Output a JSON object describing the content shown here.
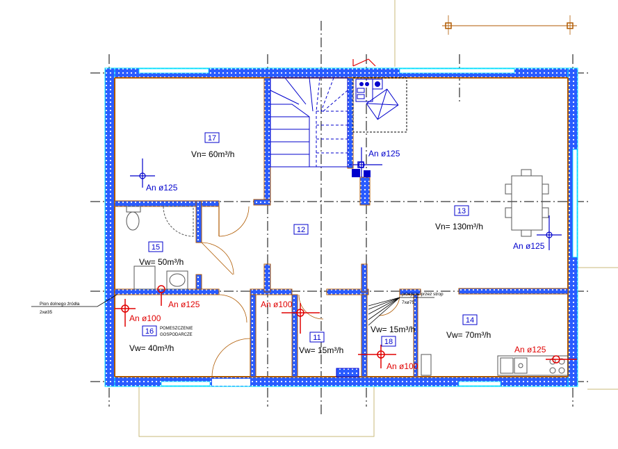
{
  "colors": {
    "wall_fill": "#2a5cff",
    "wall_edge": "#00e5ff",
    "wall_core": "#b05a00",
    "text_blue": "#0000cc",
    "text_red": "#e00000",
    "text_black": "#000000",
    "axis": "#000000",
    "site": "#c8b97a",
    "furniture": "#555555"
  },
  "rooms": [
    {
      "number": "17",
      "flow": "Vn= 60m³/h"
    },
    {
      "number": "13",
      "flow": "Vn= 130m³/h"
    },
    {
      "number": "12",
      "flow": ""
    },
    {
      "number": "15",
      "flow": "Vw= 50m³/h"
    },
    {
      "number": "16",
      "flow": "Vw= 40m³/h",
      "name": [
        "POMESZCZENIE",
        "GOSPODARCZE"
      ]
    },
    {
      "number": "11",
      "flow": "Vw= 15m³/h"
    },
    {
      "number": "18",
      "flow": "Vw= 15m³/h"
    },
    {
      "number": "14",
      "flow": "Vw= 70m³/h"
    }
  ],
  "vents": [
    {
      "label": "An ø125",
      "kind": "supply"
    },
    {
      "label": "An ø125",
      "kind": "supply"
    },
    {
      "label": "An ø125",
      "kind": "supply"
    },
    {
      "label": "An ø125",
      "kind": "exhaust"
    },
    {
      "label": "An ø100",
      "kind": "exhaust"
    },
    {
      "label": "An ø100",
      "kind": "exhaust"
    },
    {
      "label": "An ø100",
      "kind": "exhaust"
    },
    {
      "label": "An ø125",
      "kind": "exhaust"
    }
  ],
  "notes": {
    "riser": [
      "Pion dolnego źródła",
      "2xø35"
    ],
    "ceiling_pass": [
      "przejście przez strop",
      "7xø75"
    ]
  }
}
